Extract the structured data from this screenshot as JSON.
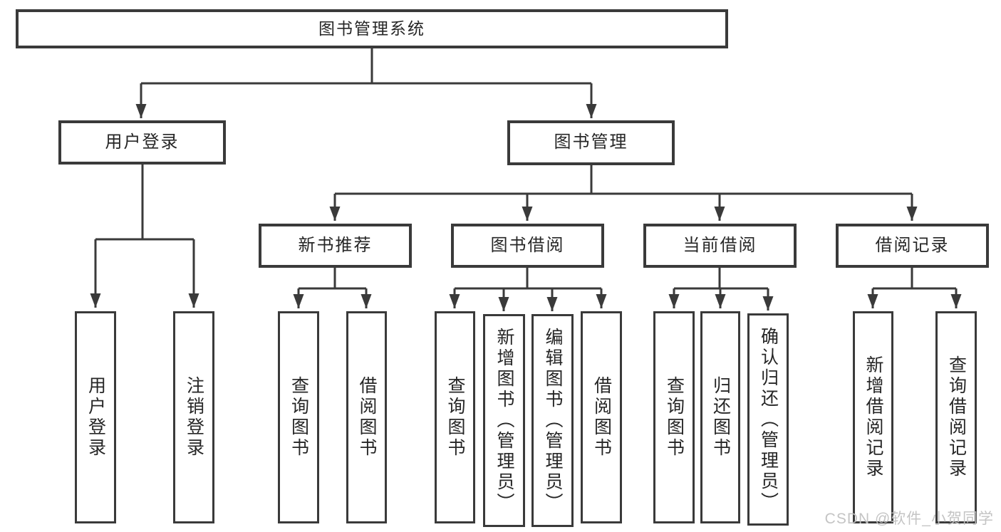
{
  "diagram": {
    "root": {
      "label": "图书管理系统"
    },
    "branches": [
      {
        "label": "用户登录",
        "children": [
          {
            "label": "用户登录"
          },
          {
            "label": "注销登录"
          }
        ]
      },
      {
        "label": "图书管理",
        "children": [
          {
            "label": "新书推荐",
            "children": [
              {
                "label": "查询图书"
              },
              {
                "label": "借阅图书"
              }
            ]
          },
          {
            "label": "图书借阅",
            "children": [
              {
                "label": "查询图书"
              },
              {
                "label": "新增图书（管理员）"
              },
              {
                "label": "编辑图书（管理员）"
              },
              {
                "label": "借阅图书"
              }
            ]
          },
          {
            "label": "当前借阅",
            "children": [
              {
                "label": "查询图书"
              },
              {
                "label": "归还图书"
              },
              {
                "label": "确认归还（管理员）"
              }
            ]
          },
          {
            "label": "借阅记录",
            "children": [
              {
                "label": "新增借阅记录"
              },
              {
                "label": "查询借阅记录"
              }
            ]
          }
        ]
      }
    ]
  },
  "colors": {
    "line": "#3a3a3a",
    "text": "#262626",
    "background": "#ffffff",
    "watermark": "#c1c1c1"
  },
  "watermark": {
    "text": "CSDN @软件_小贺同学"
  }
}
